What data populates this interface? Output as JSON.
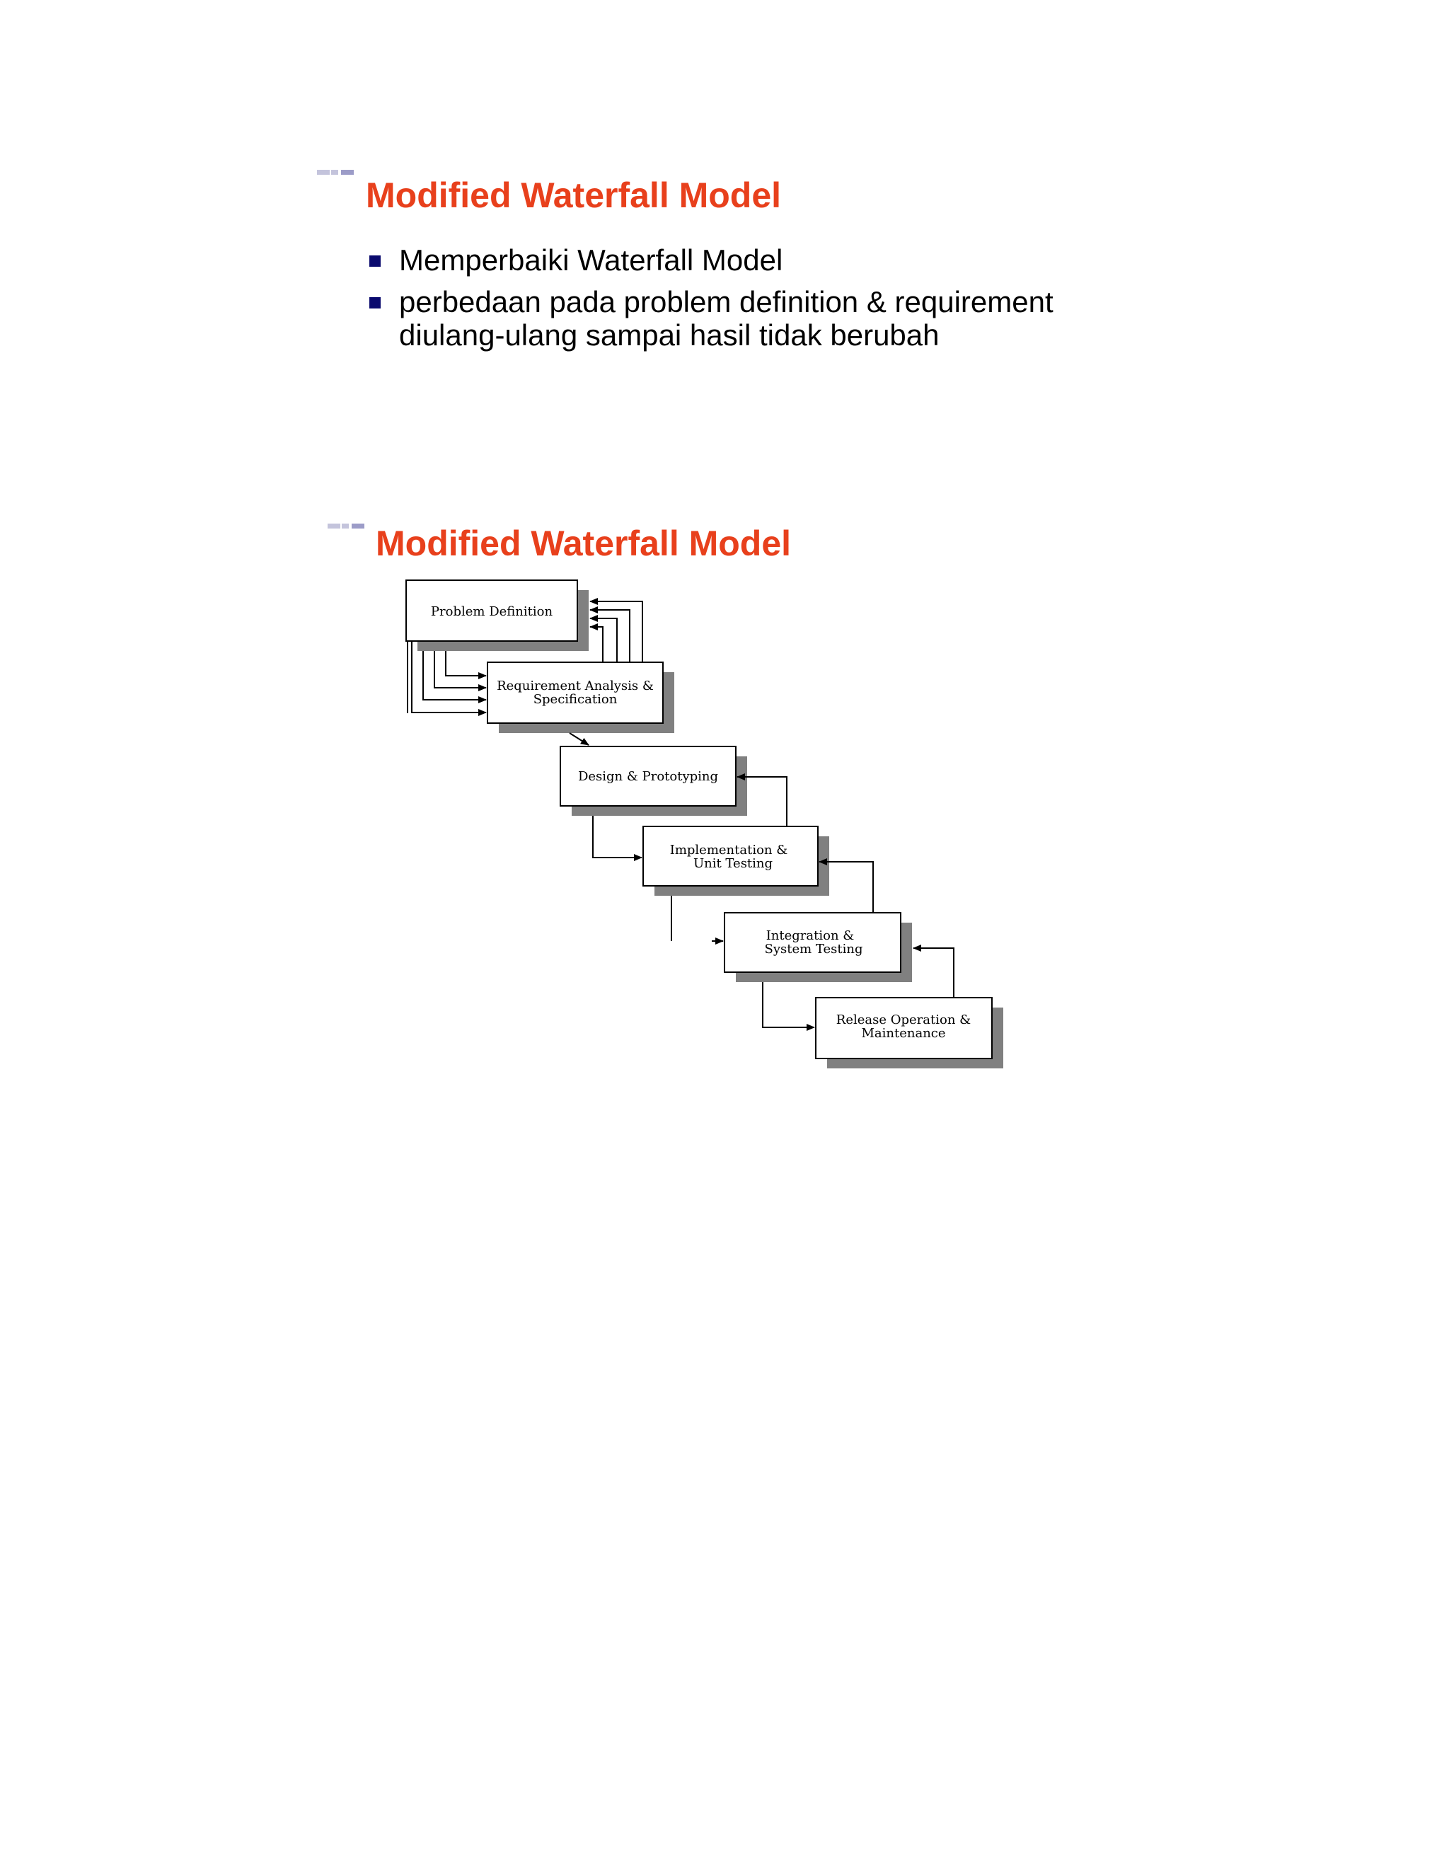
{
  "slide1": {
    "title": "Modified Waterfall Model",
    "bullets": [
      "Memperbaiki Waterfall Model",
      "perbedaan pada problem definition & requirement diulang-ulang sampai hasil tidak berubah"
    ]
  },
  "slide2": {
    "title": "Modified Waterfall Model",
    "diagram": {
      "stages": [
        {
          "lines": [
            "Problem Definition"
          ]
        },
        {
          "lines": [
            "Requirement Analysis &",
            "Specification"
          ]
        },
        {
          "lines": [
            "Design & Prototyping"
          ]
        },
        {
          "lines": [
            "Implementation &",
            "Unit Testing"
          ]
        },
        {
          "lines": [
            "Integration &",
            "System Testing"
          ]
        },
        {
          "lines": [
            "Release Operation &",
            "Maintenance"
          ]
        }
      ]
    }
  },
  "colors": {
    "title": "#e8401c",
    "bullet": "#0a0a6e",
    "box_shadow": "#808080",
    "marker_light": "#c4c4dc",
    "marker_dark": "#9c9cc8"
  }
}
